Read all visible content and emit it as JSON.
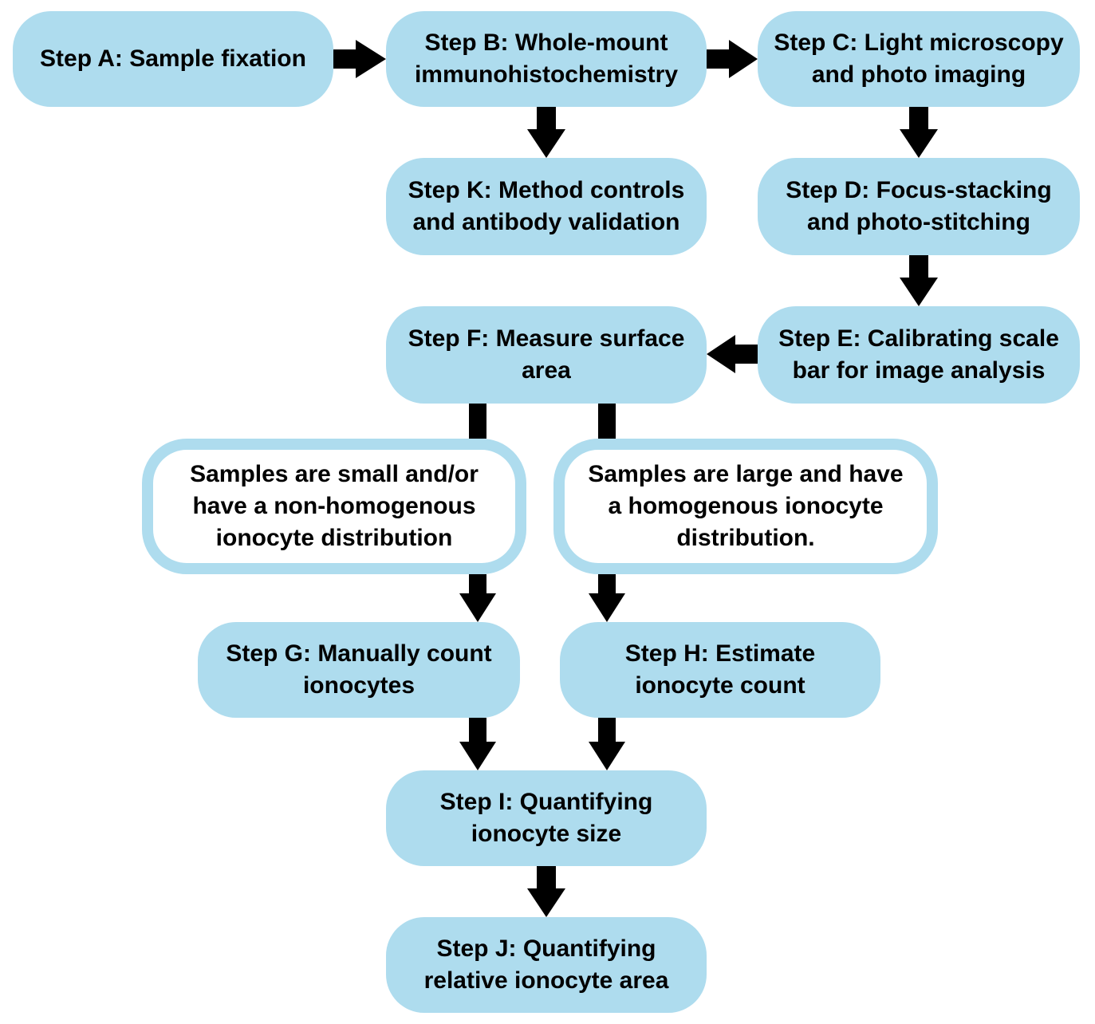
{
  "steps": {
    "a": "Step A: Sample fixation",
    "b": "Step B: Whole-mount\nimmunohistochemistry",
    "c": "Step C: Light microscopy\nand photo imaging",
    "k": "Step K: Method controls\nand antibody validation",
    "d": "Step D: Focus-stacking\nand photo-stitching",
    "f": "Step F: Measure surface\narea",
    "e": "Step E: Calibrating scale\nbar for image analysis",
    "g": "Step G: Manually count\nionocytes",
    "h": "Step H: Estimate\nionocyte count",
    "i": "Step I: Quantifying\nionocyte size",
    "j": "Step J: Quantifying\nrelative ionocyte area"
  },
  "conditions": {
    "small": "Samples are small and/or\nhave a non-homogenous\nionocyte distribution",
    "large": "Samples are large and have\na homogenous ionocyte\ndistribution."
  },
  "colors": {
    "node_fill": "#aedcee",
    "arrow": "#000000"
  }
}
